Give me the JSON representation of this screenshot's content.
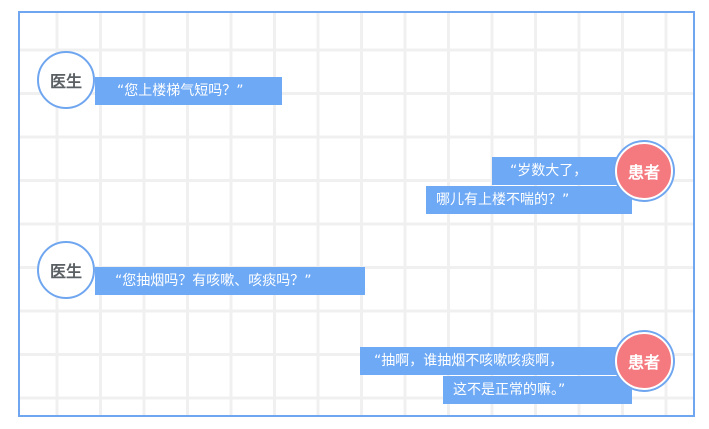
{
  "roles": {
    "doctor": "医生",
    "patient": "患者"
  },
  "messages": [
    {
      "role": "doctor",
      "lines": [
        "“您上楼梯气短吗？”"
      ]
    },
    {
      "role": "patient",
      "lines": [
        "“岁数大了，",
        "哪儿有上楼不喘的？”"
      ]
    },
    {
      "role": "doctor",
      "lines": [
        "“您抽烟吗？有咳嗽、咳痰吗？”"
      ]
    },
    {
      "role": "patient",
      "lines": [
        "“抽啊，谁抽烟不咳嗽咳痰啊，",
        "这不是正常的嘛。”"
      ]
    }
  ],
  "colors": {
    "accent": "#6ea9f5",
    "patient": "#f47a80"
  }
}
